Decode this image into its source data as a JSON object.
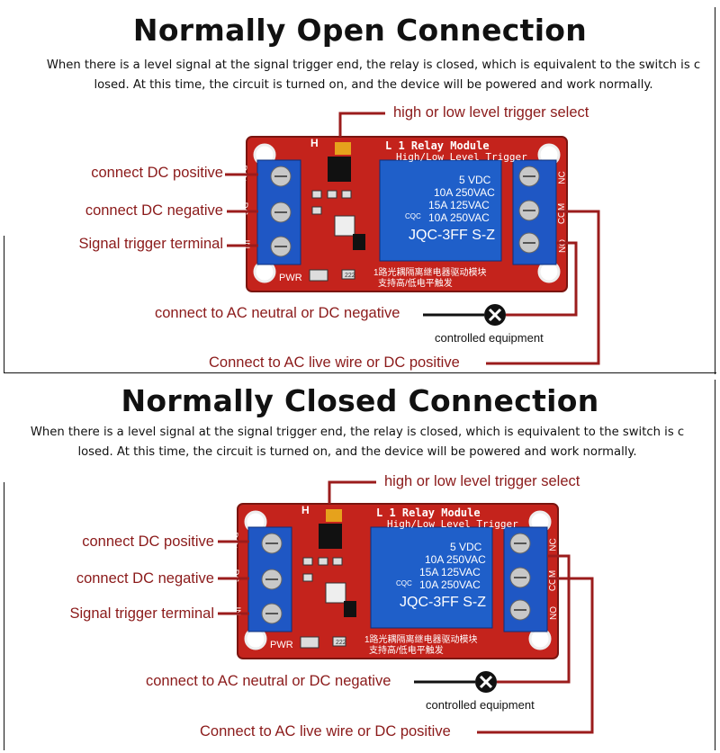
{
  "open": {
    "title": "Normally Open Connection",
    "desc_line1": "When there is a level signal at the signal trigger end, the relay is closed, which is equivalent to the switch is c",
    "desc_line2": "losed. At this time, the circuit is turned on, and the device will be powered and work normally.",
    "trigger_select": "high or low level trigger select",
    "dc_positive": "connect DC positive",
    "dc_negative": "connect DC negative",
    "signal_terminal": "Signal trigger terminal",
    "ac_neutral": "connect to AC neutral or DC negative",
    "equipment": "controlled equipment",
    "ac_live": "Connect to AC live wire or DC positive"
  },
  "closed": {
    "title": "Normally Closed Connection",
    "desc_line1": "When there is a level signal at the signal trigger end, the relay is closed, which is equivalent to the switch is c",
    "desc_line2": "losed. At this time, the circuit is turned on, and the device will be powered and work normally.",
    "trigger_select": "high or low level trigger select",
    "dc_positive": "connect DC positive",
    "dc_negative": "connect DC negative",
    "signal_terminal": "Signal trigger terminal",
    "ac_neutral": "connect to AC neutral or DC negative",
    "equipment": "controlled equipment",
    "ac_live": "Connect to AC live wire or DC positive"
  },
  "board": {
    "module_title": "L 1 Relay Module",
    "module_subtitle": "High/Low Level Trigger",
    "relay_voltage": "5 VDC",
    "rating1": "10A 250VAC",
    "rating2": "15A 125VAC",
    "rating3": "10A 250VAC",
    "relay_model": "JQC-3FF S-Z",
    "cqc": "CQC",
    "chinese1": "1路光耦隔离继电器驱动模块",
    "chinese2": "支持高/低电平触发",
    "pwr": "PWR",
    "pin_dcplus": "DC+",
    "pin_dcminus": "DC-",
    "pin_in": "IN",
    "pin_nc": "NC",
    "pin_com": "COM",
    "pin_no": "NO",
    "jumper_h": "H",
    "smd": "222"
  },
  "colors": {
    "label_red": "#8b1a1a",
    "wire_red": "#9b1c1c",
    "board_red": "#c4231c",
    "relay_blue": "#1f5fc9",
    "terminal_blue": "#1f57c4"
  }
}
